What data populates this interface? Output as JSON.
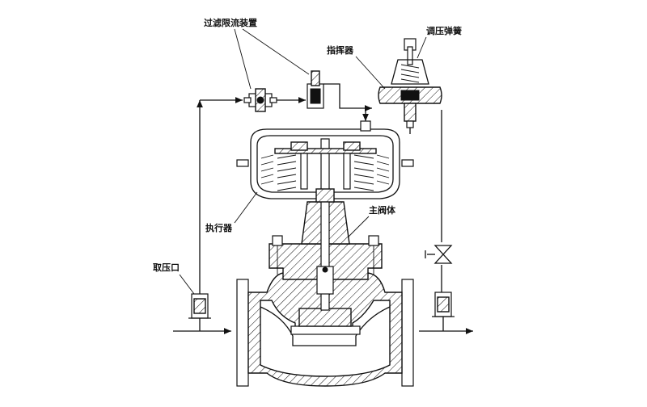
{
  "labels": {
    "filter_device": "过滤限流装置",
    "pilot": "指挥器",
    "pressure_spring": "调压弹簧",
    "actuator": "执行器",
    "main_valve_body": "主阀体",
    "pressure_port": "取压口"
  }
}
